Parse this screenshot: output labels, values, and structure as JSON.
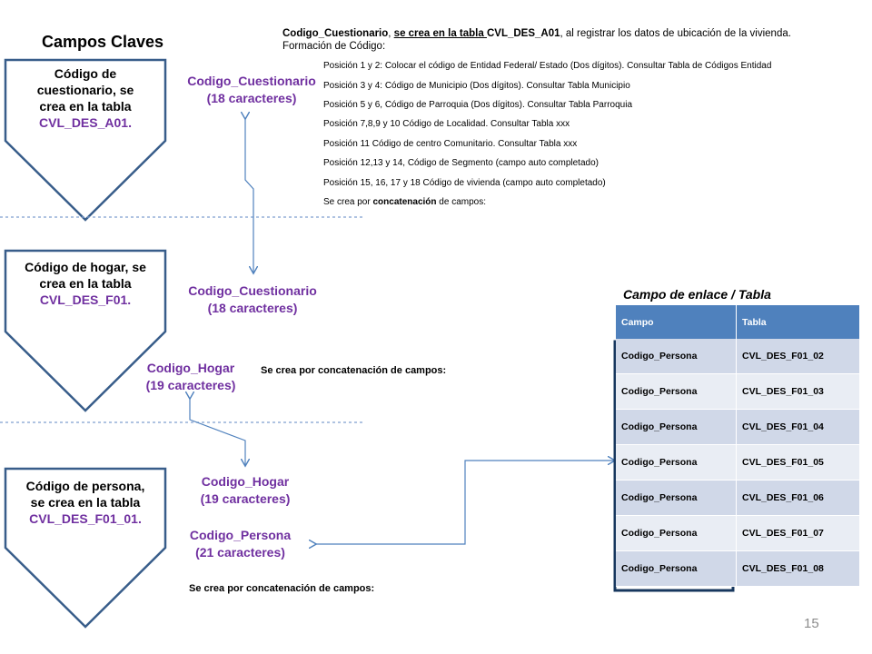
{
  "title": "Campos Claves",
  "shapes": [
    {
      "line1": "Código de",
      "line2": "cuestionario, se",
      "line3": "crea en la tabla",
      "table": "CVL_DES_A01."
    },
    {
      "line1": "Código de hogar, se",
      "line2": "crea en la tabla",
      "table": "CVL_DES_F01."
    },
    {
      "line1": "Código de persona,",
      "line2": "se crea en la tabla",
      "table": "CVL_DES_F01_01."
    }
  ],
  "fields": {
    "cuestionario_top": {
      "name": "Codigo_Cuestionario",
      "size": "(18 caracteres)"
    },
    "cuestionario_mid": {
      "name": "Codigo_Cuestionario",
      "size": "(18 caracteres)"
    },
    "hogar_mid": {
      "name": "Codigo_Hogar",
      "size": "(19 caracteres)"
    },
    "hogar_low": {
      "name": "Codigo_Hogar",
      "size": "(19 caracteres)"
    },
    "persona": {
      "name": "Codigo_Persona",
      "size": "(21 caracteres)"
    }
  },
  "top_desc": {
    "field": "Codigo_Cuestionario",
    "sep": ",  ",
    "underlined": "se crea en la tabla ",
    "table": "CVL_DES_A01",
    "rest": ",  al registrar los datos de ubicación de la vivienda.  Formación de Código:"
  },
  "positions": [
    "Posición 1 y 2: Colocar el código de Entidad Federal/ Estado (Dos dígitos). Consultar Tabla de Códigos Entidad",
    "Posición 3 y 4: Código de Municipio (Dos dígitos). Consultar Tabla Municipio",
    "Posición 5 y 6, Código de Parroquia (Dos dígitos). Consultar Tabla Parroquia",
    "Posición 7,8,9 y 10 Código de Localidad. Consultar Tabla xxx",
    "Posición 11 Código de centro Comunitario. Consultar Tabla xxx",
    "Posición  12,13  y 14, Código de Segmento (campo auto completado)",
    "Posición  15, 16, 17 y 18 Código de vivienda (campo auto completado)"
  ],
  "concat_first_prefix": "Se crea por ",
  "concat_first_bold": "concatenación",
  "concat_first_suffix": " de campos:",
  "concat_hogar": "Se crea por concatenación de campos:",
  "concat_persona": "Se crea por concatenación de campos:",
  "link": {
    "title": "Campo de enlace / Tabla",
    "headers": [
      "Campo",
      "Tabla"
    ],
    "rows": [
      [
        "Codigo_Persona",
        "CVL_DES_F01_02"
      ],
      [
        "Codigo_Persona",
        "CVL_DES_F01_03"
      ],
      [
        "Codigo_Persona",
        "CVL_DES_F01_04"
      ],
      [
        "Codigo_Persona",
        "CVL_DES_F01_05"
      ],
      [
        "Codigo_Persona",
        "CVL_DES_F01_06"
      ],
      [
        "Codigo_Persona",
        "CVL_DES_F01_07"
      ],
      [
        "Codigo_Persona",
        "CVL_DES_F01_08"
      ]
    ]
  },
  "page_number": "15",
  "colors": {
    "shape_border": "#385d8a",
    "purple": "#7030a0",
    "header": "#4f81bd",
    "arrow": "#4f81bd",
    "dashed": "#7f9fcf"
  }
}
